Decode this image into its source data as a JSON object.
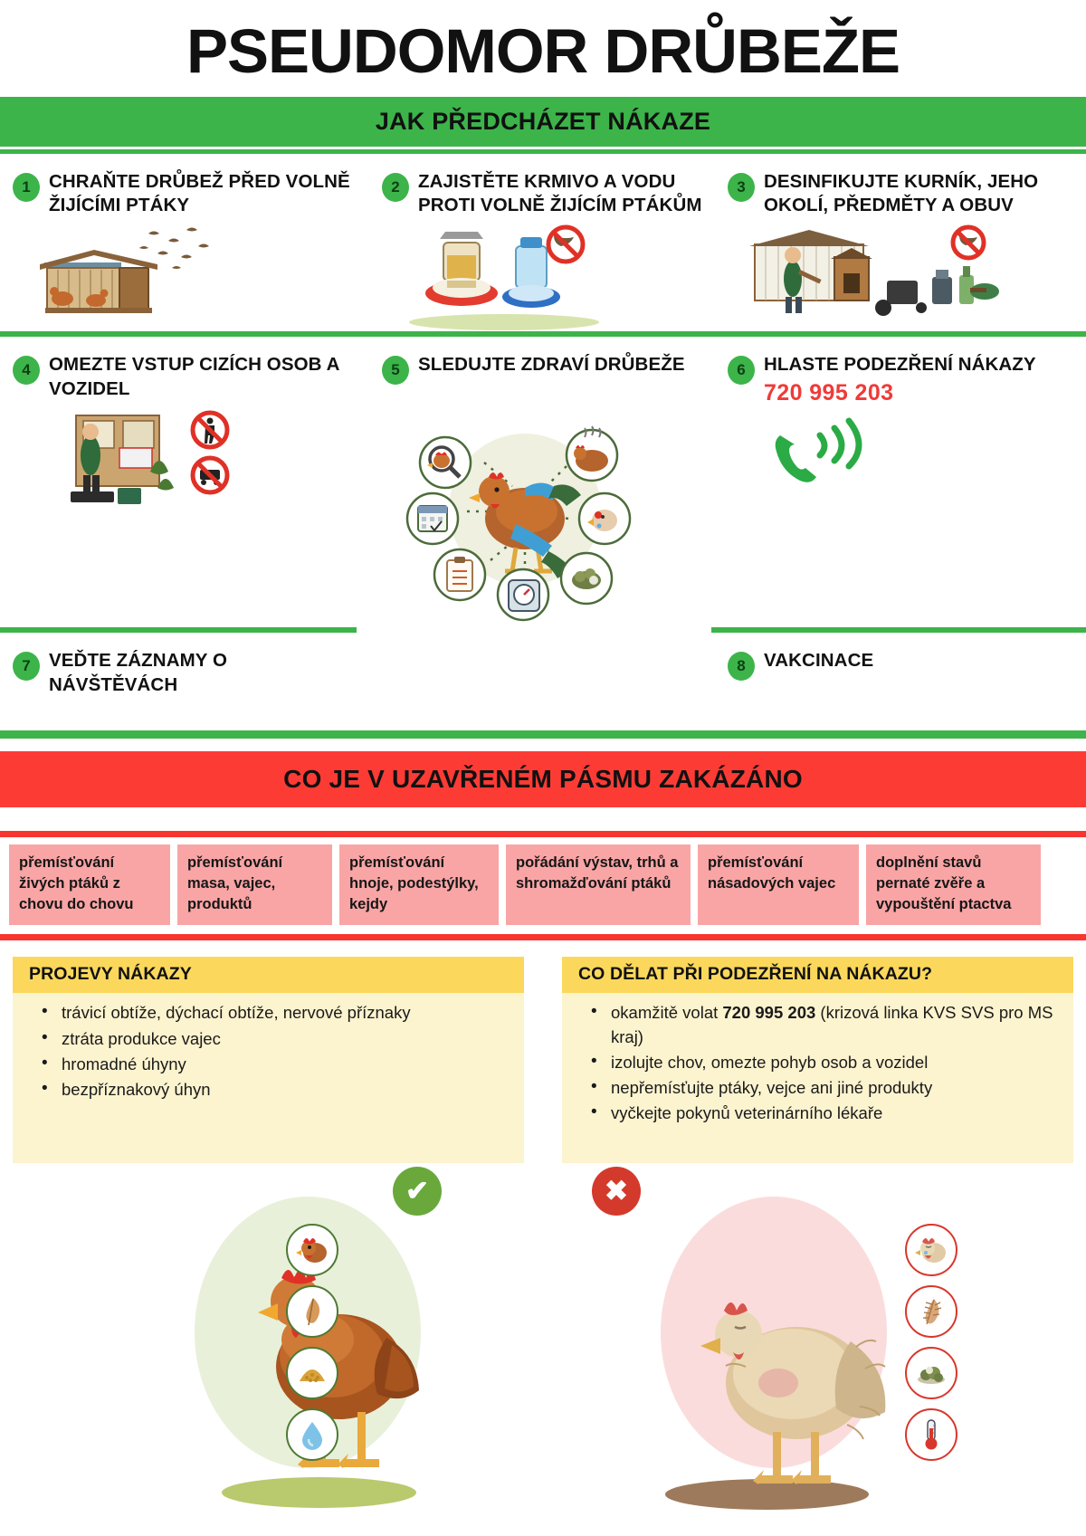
{
  "header": {
    "title": "PSEUDOMOR DRŮBEŽE",
    "subtitle": "JAK PŘEDCHÁZET NÁKAZE"
  },
  "prevention": {
    "steps": [
      {
        "num": "1",
        "text": "CHRAŇTE DRŮBEŽ PŘED VOLNĚ ŽIJÍCÍMI PTÁKY",
        "illustration": "chicken-coop-with-wild-birds-illustration"
      },
      {
        "num": "2",
        "text": "ZAJISTĚTE KRMIVO A VODU PROTI VOLNĚ ŽIJÍCÍM PTÁKŮM",
        "illustration": "feeder-and-waterer-with-no-bird-sign-illustration"
      },
      {
        "num": "3",
        "text": "DESINFIKUJTE KURNÍK, JEHO OKOLÍ, PŘEDMĚTY A OBUV",
        "illustration": "coop-disinfection-illustration"
      },
      {
        "num": "4",
        "text": "OMEZTE VSTUP CIZÍCH OSOB A VOZIDEL",
        "illustration": "restricted-entry-illustration"
      },
      {
        "num": "5",
        "text": "SLEDUJTE ZDRAVÍ DRŮBEŽE",
        "illustration": "health-monitoring-chicken-illustration"
      },
      {
        "num": "6",
        "text": "HLASTE PODEZŘENÍ NÁKAZY",
        "phone": "720 995 203",
        "illustration": "ringing-phone-icon"
      },
      {
        "num": "7",
        "text": "VEĎTE ZÁZNAMY O NÁVŠTĚVÁCH",
        "illustration": ""
      },
      {
        "num": "8",
        "text": "VAKCINACE",
        "illustration": ""
      }
    ]
  },
  "restricted": {
    "banner": "CO JE V UZAVŘENÉM PÁSMU ZAKÁZÁNO",
    "items": [
      "přemísťování živých ptáků z chovu do chovu",
      "přemísťování masa, vajec, produktů",
      "přemísťování hnoje, podestýlky, kejdy",
      "pořádání výstav, trhů a shromažďování ptáků",
      "přemísťování násadových vajec",
      "doplnění stavů pernaté zvěře a vypouštění ptactva"
    ]
  },
  "panels": {
    "symptoms": {
      "title": "PROJEVY NÁKAZY",
      "items": [
        "trávicí obtíže, dýchací obtíže, nervové příznaky",
        "ztráta produkce vajec",
        "hromadné úhyny",
        "bezpříznakový úhyn"
      ]
    },
    "whattodo": {
      "title": "CO DĚLAT PŘI PODEZŘENÍ NA NÁKAZU?",
      "items_html": [
        "okamžitě volat <b>720 995 203</b> (krizová linka KVS SVS pro MS kraj)",
        "izolujte chov, omezte pohyb osob a vozidel",
        "nepřemísťujte ptáky, vejce ani jiné produkty",
        "vyčkejte pokynů veterinárního lékaře"
      ]
    }
  },
  "comparison": {
    "healthy": {
      "stamp": "✔",
      "subject": "healthy-brown-hen-illustration",
      "icons": [
        "chicken-head-healthy-icon",
        "feather-icon",
        "grain-icon",
        "water-drop-icon"
      ],
      "icon_glyphs": [
        "🐔",
        "🪶",
        "🌾",
        "💧"
      ]
    },
    "sick": {
      "stamp": "✖",
      "subject": "sick-pale-hen-illustration",
      "icons": [
        "chicken-head-sick-icon",
        "ruffled-feather-icon",
        "green-droppings-icon",
        "thermometer-icon"
      ],
      "icon_glyphs": [
        "🐓",
        "🪶",
        "🥬",
        "🌡"
      ]
    }
  },
  "colors": {
    "green": "#3cb44a",
    "red_banner": "#fd3b35",
    "pink_box": "#f9a5a5",
    "yellow_head": "#fbd85c",
    "cream_body": "#fcf3cf",
    "phone_red": "#ef3b38"
  }
}
